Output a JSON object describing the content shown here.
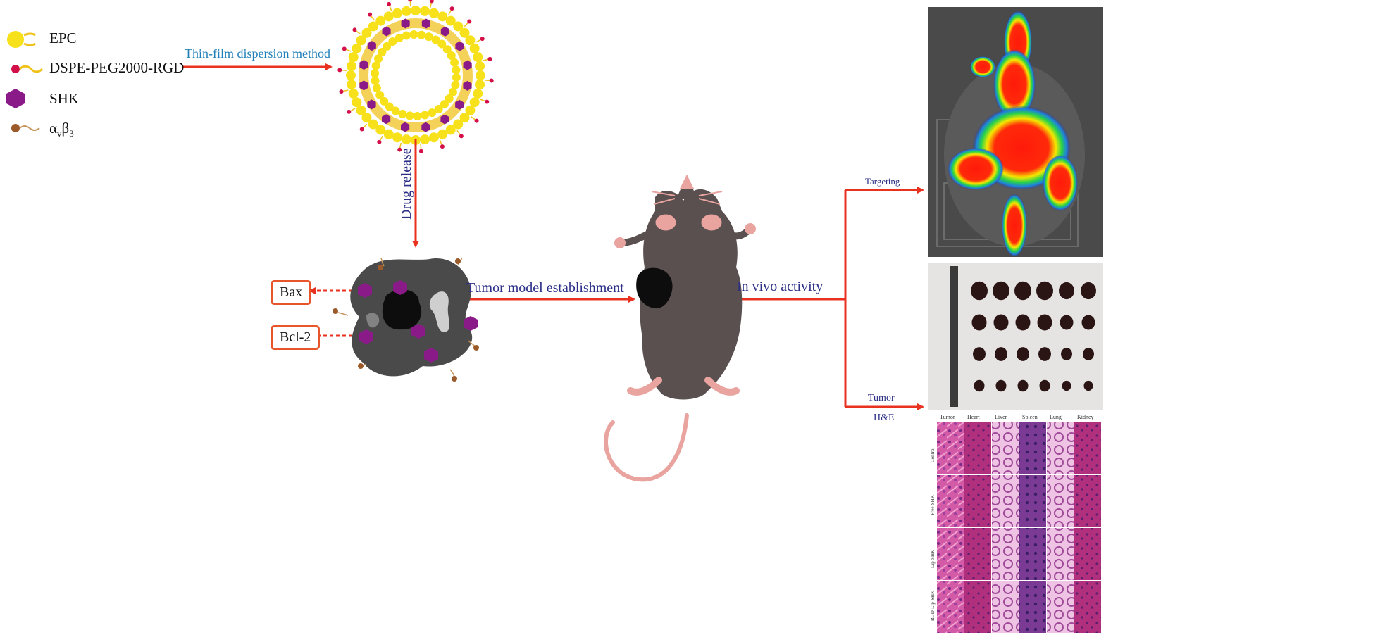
{
  "legend": [
    {
      "id": "epc",
      "label": "EPC"
    },
    {
      "id": "dspe",
      "label": "DSPE-PEG2000-RGD"
    },
    {
      "id": "shk",
      "label": "SHK"
    },
    {
      "id": "avb3",
      "label": "α",
      "sub1": "v",
      "mid": "β",
      "sub2": "3"
    }
  ],
  "labels": {
    "thin_film": "Thin-film dispersion method",
    "drug_release": "Drug release",
    "bax": "Bax",
    "bcl2": "Bcl-2",
    "tumor_model": "Tumor model establishment",
    "in_vivo": "In vivo activity",
    "targeting": "Targeting",
    "tumor": "Tumor",
    "he": "H&E"
  },
  "he_panel": {
    "columns": [
      "Tumor",
      "Heart",
      "Liver",
      "Spleen",
      "Lung",
      "Kidney"
    ],
    "rows": [
      "Control",
      "Free-SHK",
      "Lip-SHK",
      "RGD-Lip-SHK"
    ]
  },
  "colors": {
    "arrow": "#e8321f",
    "lipid_head": "#f7e11b",
    "rgd_head": "#d4104a",
    "shk": "#8b1a89",
    "receptor": "#9a5a2a",
    "label_blue": "#1f7fb8",
    "label_navy": "#2b2f86",
    "tumor_cell": "#4a4a4a",
    "mouse_body": "#5a5050",
    "mouse_pink": "#e9a4a0"
  }
}
